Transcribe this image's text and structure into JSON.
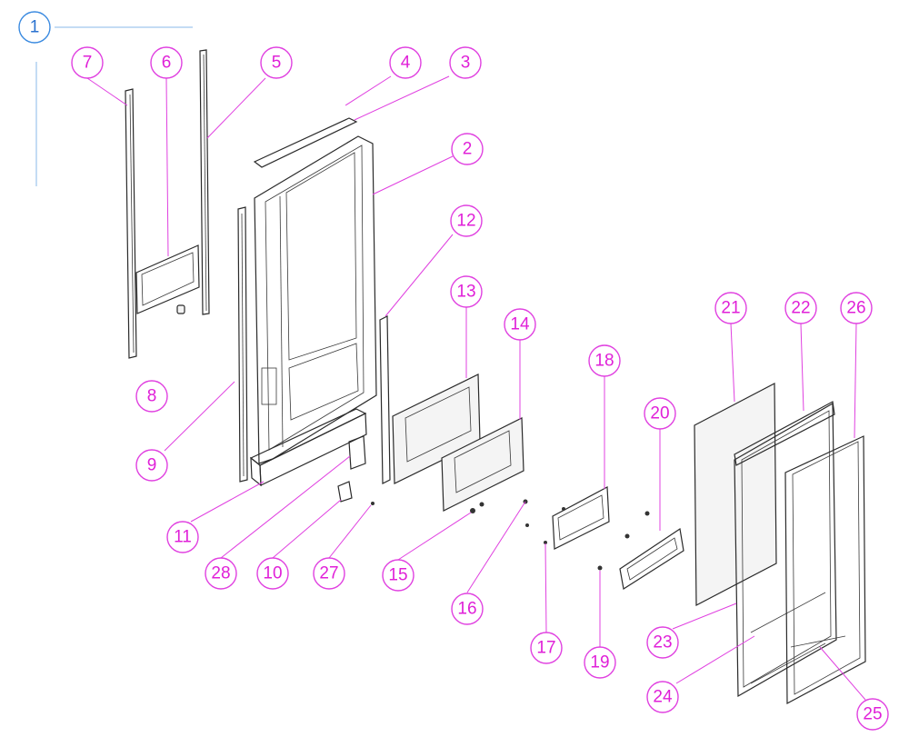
{
  "diagram": {
    "title_badge": "1",
    "colors": {
      "callout": "#e020d8",
      "badge": "#2a72d0",
      "line_art": "#2a2a2a"
    },
    "callouts": [
      "7",
      "6",
      "5",
      "4",
      "3",
      "2",
      "12",
      "13",
      "14",
      "18",
      "20",
      "21",
      "22",
      "26",
      "8",
      "9",
      "11",
      "28",
      "10",
      "27",
      "15",
      "16",
      "17",
      "19",
      "23",
      "24",
      "25"
    ]
  }
}
